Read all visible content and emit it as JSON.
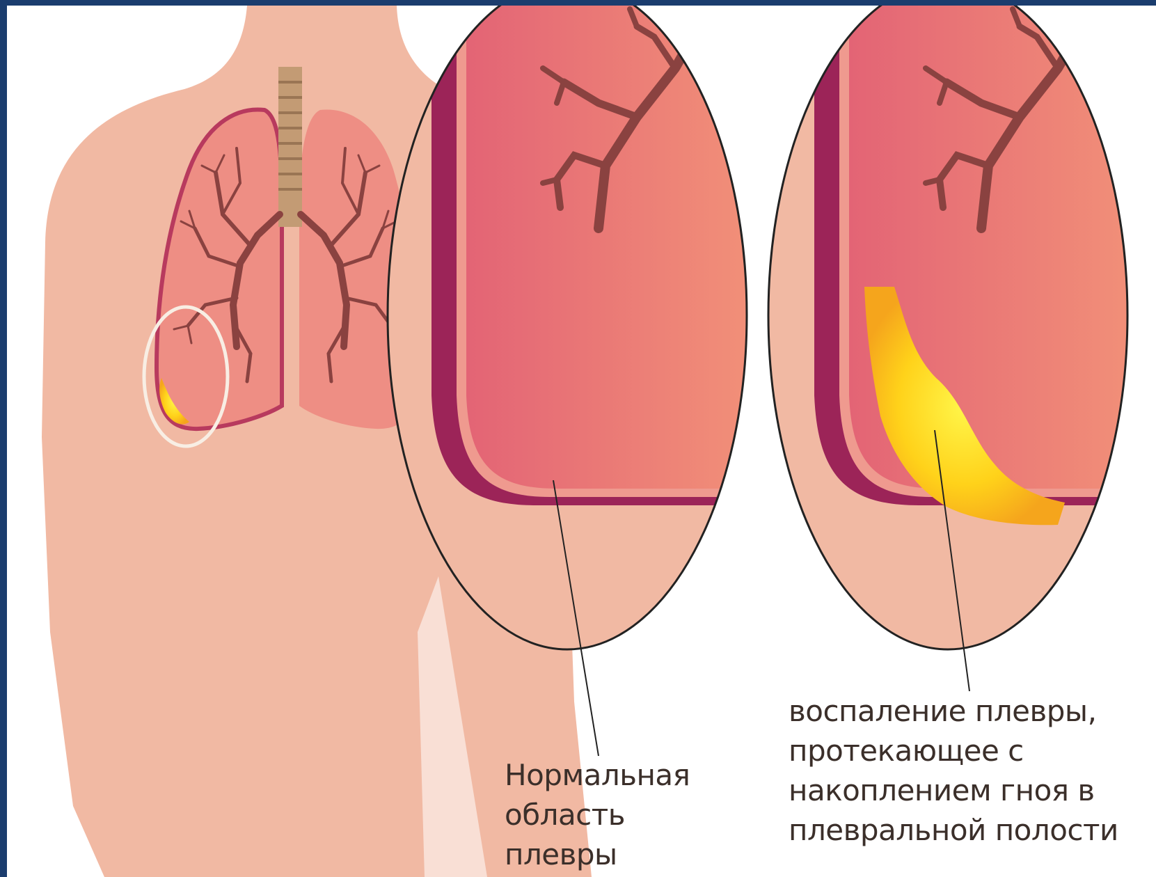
{
  "labels": {
    "normal_pleura": "Нормальная\nобласть плевры",
    "empyema": "воспаление плевры,\nпротекающее с\nнакоплением гноя в\nплевральной полости"
  },
  "colors": {
    "frame": "#1b3d6e",
    "background": "#ffffff",
    "skin": "#f1b9a3",
    "lung": "#ea7f77",
    "lung_dark": "#d65766",
    "pleura": "#9c2458",
    "bronchi": "#8a4240",
    "trachea": "#c39b74",
    "pus": "#f8d31a",
    "text": "#3b2f2a"
  },
  "icons": {
    "torso": "human-torso-silhouette",
    "lungs": "lungs-illustration",
    "magnifier_normal": "magnified-normal-pleura",
    "magnifier_empyema": "magnified-empyema-pleura"
  }
}
